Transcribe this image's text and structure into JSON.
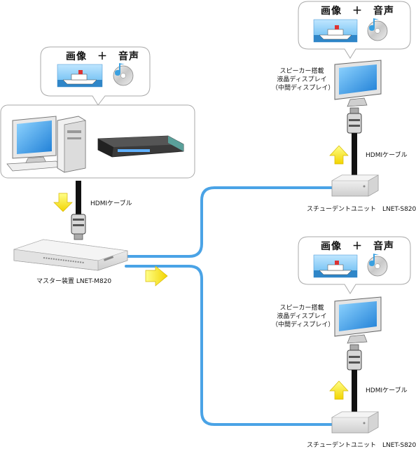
{
  "bubbles": {
    "pc": {
      "title": "画像　＋　音声"
    },
    "top": {
      "title": "画像　＋　音声"
    },
    "bottom": {
      "title": "画像　＋　音声"
    }
  },
  "labels": {
    "hdmi_cable": "HDMIケーブル",
    "master": "マスター装置 LNET-M820",
    "student_unit": "スチューデントユニット　LNET-S820",
    "display_line1": "スピーカー搭載",
    "display_line2": "液晶ディスプレイ",
    "display_line3": "（中間ディスプレイ）"
  },
  "colors": {
    "cable_blue": "#4aa3e6",
    "arrow_yellow": "#ffee44",
    "bubble_border": "#aaaaaa"
  }
}
